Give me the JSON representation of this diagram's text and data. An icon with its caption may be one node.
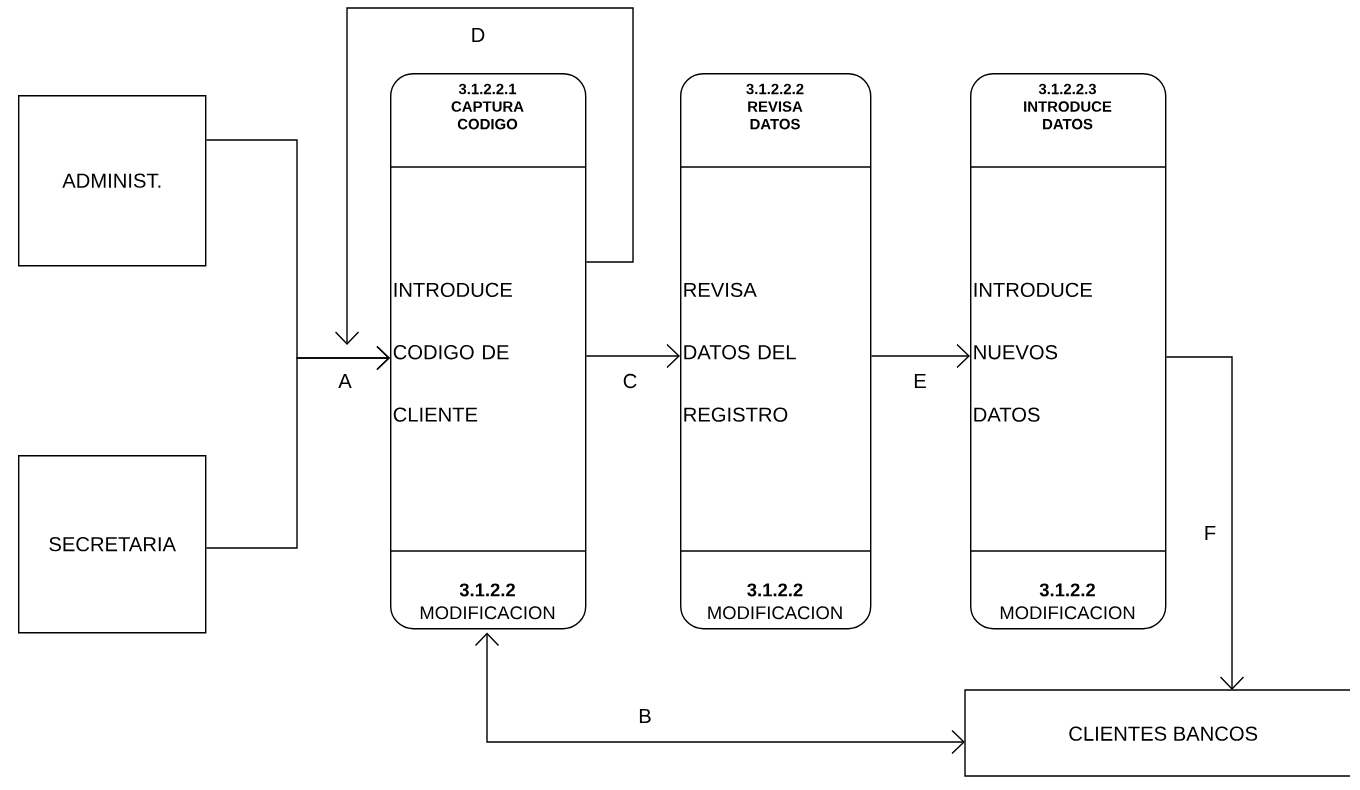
{
  "diagram": {
    "nodes": [
      {
        "text": [
          "ADMINIST."
        ]
      },
      {
        "text": [
          "SECRETARIA"
        ]
      },
      {
        "text": [
          "3.1.2.2.1 CAPTURA CODIGO",
          "INTRODUCE CODIGO DE CLIENTE",
          "**3.1.2.2** MODIFICACION"
        ]
      },
      {
        "text": [
          "3.1.2.2.2 REVISA DATOS",
          "REVISA DATOS DEL REGISTRO",
          "**3.1.2.2** MODIFICACION"
        ]
      },
      {
        "text": [
          "3.1.2.2.3 INTRODUCE DATOS",
          "INTRODUCE NUEVOS DATOS",
          "**3.1.2.2** MODIFICACION"
        ]
      },
      {
        "text": [
          "CLIENTES BANCOS"
        ]
      }
    ],
    "edges": [
      {
        "from": 0,
        "to": 2,
        "arrow": "to",
        "label": "A"
      },
      {
        "from": 1,
        "to": 2,
        "arrow": "to"
      },
      {
        "from": 2,
        "to": 2,
        "arrow": "to",
        "label": "D"
      },
      {
        "from": 2,
        "to": 3,
        "arrow": "to",
        "label": "C"
      },
      {
        "from": 3,
        "to": 4,
        "arrow": "to",
        "label": "E"
      },
      {
        "from": 4,
        "to": 5,
        "arrow": "to",
        "label": "F"
      },
      {
        "from": 2,
        "to": 5,
        "arrow": "both",
        "label": "B"
      }
    ]
  }
}
